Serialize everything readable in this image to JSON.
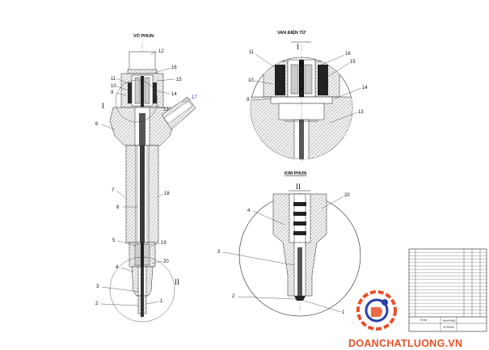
{
  "views": {
    "main_title": "VỎ PHUN",
    "detail1_title": "VAN ĐIỆN TỪ",
    "detail2_title": "KIM PHUN"
  },
  "section_marks": {
    "main_I": "I",
    "main_II": "II",
    "detail1_I": "I",
    "detail2_II": "II"
  },
  "callouts": {
    "main": [
      "12",
      "16",
      "11",
      "15",
      "10",
      "14",
      "9",
      "13",
      "17",
      "6",
      "7",
      "18",
      "8",
      "5",
      "19",
      "4",
      "20",
      "3",
      "2",
      "1"
    ],
    "detail1": [
      "11",
      "10",
      "9",
      "16",
      "15",
      "14",
      "13"
    ],
    "detail2": [
      "20",
      "4",
      "3",
      "2",
      "1"
    ]
  },
  "title_block": {
    "small_labels": [
      "Vỏ bộ",
      "Kim PHUN",
      "Vỏ PHUN"
    ]
  },
  "watermark": {
    "text": "DOANCHATLUONG.VN",
    "color": "#e8502a"
  }
}
